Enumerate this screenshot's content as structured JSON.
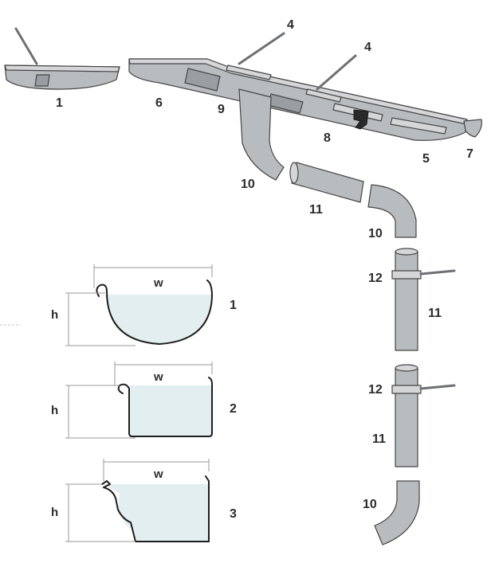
{
  "labels": {
    "gutter_left": "1",
    "end_cap_left": "6",
    "hanger_a": "4",
    "hanger_b": "4",
    "outlet": "9",
    "connector": "8",
    "gutter_right": "5",
    "end_cap_right": "7",
    "elbow_upper": "10",
    "pipe_mid": "11",
    "elbow_right": "10",
    "clamp_upper": "12",
    "pipe_upper": "11",
    "clamp_lower": "12",
    "pipe_lower": "11",
    "elbow_bottom": "10"
  },
  "profiles": [
    {
      "number": "1",
      "width_label": "w",
      "height_label": "h"
    },
    {
      "number": "2",
      "width_label": "w",
      "height_label": "h"
    },
    {
      "number": "3",
      "width_label": "w",
      "height_label": "h"
    }
  ],
  "colors": {
    "metal": "#b9bcbf",
    "water": "#e3eef0",
    "outline": "#1e1e1e"
  }
}
